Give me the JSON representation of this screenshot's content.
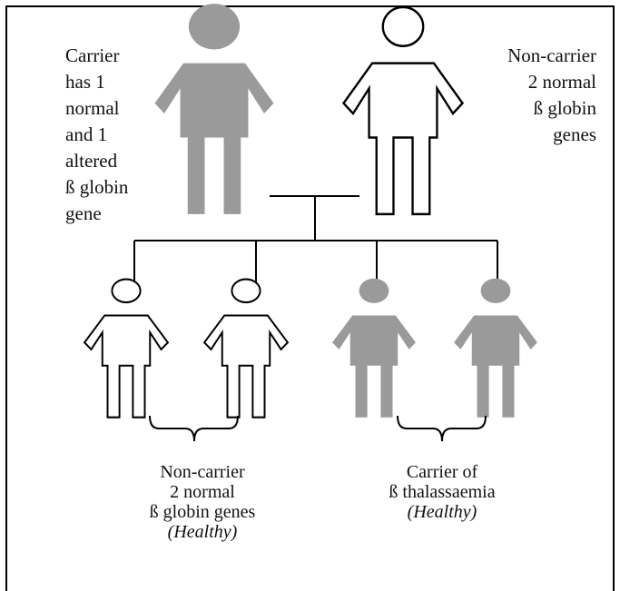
{
  "labels": {
    "left_parent": [
      "Carrier",
      "has 1",
      "normal",
      "and 1",
      "altered",
      "ß globin",
      "gene"
    ],
    "right_parent": [
      "Non-carrier",
      "2 normal",
      "ß globin",
      "genes"
    ],
    "non_carrier_children": {
      "lines": [
        "Non-carrier",
        "2 normal",
        "ß globin genes"
      ],
      "status": "(Healthy)"
    },
    "carrier_children": {
      "lines": [
        "Carrier of",
        "ß thalassaemia"
      ],
      "status": "(Healthy)"
    }
  },
  "colors": {
    "carrier_fill": "#9a9a9a",
    "non_carrier_fill": "#ffffff",
    "stroke": "#000000",
    "frame": "#000000"
  }
}
